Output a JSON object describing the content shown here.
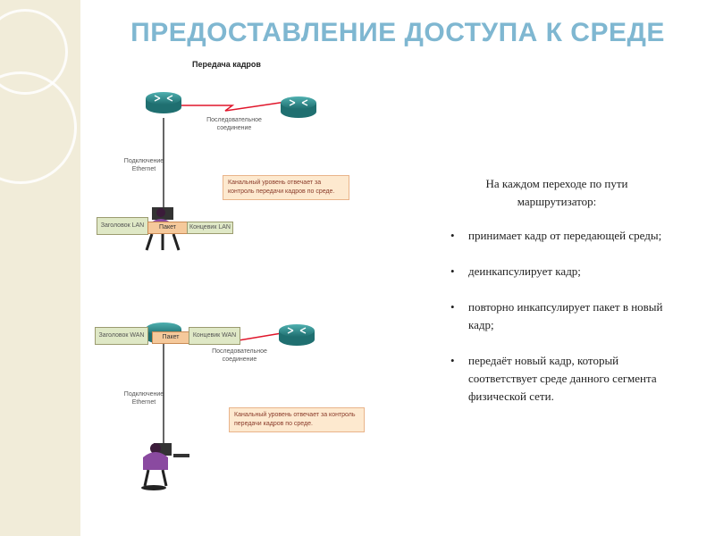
{
  "slide_title": "ПРЕДОСТАВЛЕНИЕ ДОСТУПА К СРЕДЕ",
  "diagram": {
    "title": "Передача кадров",
    "top": {
      "serial_label": "Последовательное соединение",
      "ethernet_label": "Подключение Ethernet",
      "note": "Канальный уровень отвечает за контроль передачи кадров по среде.",
      "frame": {
        "header": "Заголовок LAN",
        "packet": "Пакет",
        "trailer": "Концевик LAN"
      }
    },
    "bottom": {
      "serial_label": "Последовательное соединение",
      "ethernet_label": "Подключение Ethernet",
      "note": "Канальный уровень отвечает за контроль передачи кадров по среде.",
      "frame": {
        "header": "Заголовок WAN",
        "packet": "Пакет",
        "trailer": "Концевик WAN"
      }
    }
  },
  "router_info": {
    "heading": "На каждом переходе по пути маршрутизатор:",
    "items": [
      "принимает кадр от передающей среды;",
      "деинкапсулирует кадр;",
      "повторно инкапсулирует пакет в новый кадр;",
      "передаёт новый кадр, который соответствует среде данного сегмента физической сети."
    ],
    "bullet": "•"
  },
  "colors": {
    "title": "#7fb7d1",
    "router": "#2f8d8e",
    "serial_link": "#e0162b",
    "sidebar": "#f1ecd9"
  }
}
